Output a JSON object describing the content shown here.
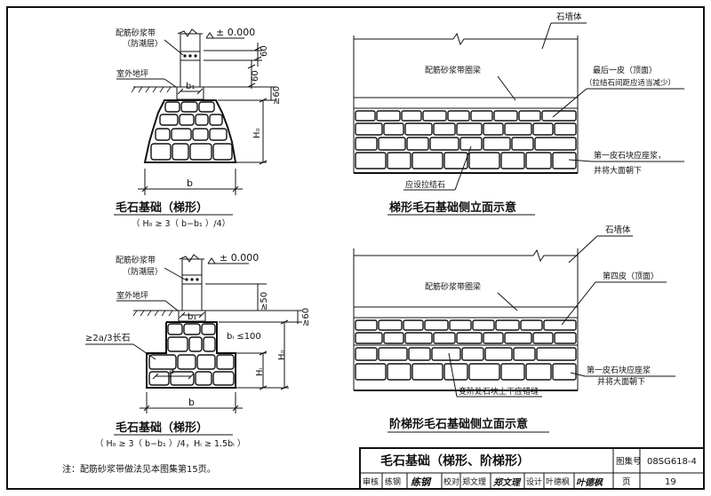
{
  "top_left": {
    "elevation": "± 0.000",
    "label_band": "配筋砂浆带",
    "label_band_sub": "（防潮层）",
    "label_ground": "室外地坪",
    "dim_60a": "60",
    "dim_60b": "60",
    "dim_ge60": "≥60",
    "dim_h0": "H₀",
    "dim_b1": "b₁",
    "dim_b": "b",
    "title": "毛石基础（梯形）",
    "formula": "（ H₀ ≥ 3（ b−b₁ ）/4）"
  },
  "top_right": {
    "label_wall": "石墙体",
    "label_ring": "配筋砂浆带圈梁",
    "label_last": "最后一皮（顶面）",
    "label_last_sub": "（拉结石间距应适当减少）",
    "label_first": "第一皮石块应座浆，",
    "label_first_sub": "并将大面朝下",
    "label_tie": "应设拉结石",
    "title": "梯形毛石基础侧立面示意"
  },
  "bottom_left": {
    "elevation": "± 0.000",
    "label_band": "配筋砂浆带",
    "label_band_sub": "（防潮层）",
    "label_ground": "室外地坪",
    "label_stone": "≥2a/3长石",
    "dim_ge50": "≥50",
    "dim_ge60": "≥60",
    "dim_b1": "b₁",
    "dim_bi": "bᵢ ≤100",
    "dim_h0": "H₀",
    "dim_hi": "Hᵢ",
    "dim_a": "a",
    "dim_b": "b",
    "title": "毛石基础（梯形）",
    "formula": "（ H₀ ≥ 3（ b−b₁ ）/4，Hᵢ ≥ 1.5bᵢ ）"
  },
  "bottom_right": {
    "label_wall": "石墙体",
    "label_ring": "配筋砂浆带圈梁",
    "label_fourth": "第四皮（顶面）",
    "label_first": "第一皮石块应座浆",
    "label_first_sub": "并将大面朝下",
    "label_step": "变阶处石块上下应错缝",
    "title": "阶梯形毛石基础侧立面示意"
  },
  "note": "注：配筋砂浆带做法见本图集第15页。",
  "title_block": {
    "title": "毛石基础（梯形、阶梯形）",
    "atlas_label": "图集号",
    "atlas_no": "08SG618-4",
    "review_label": "审核",
    "review_name": "练钢",
    "review_sign": "练钢",
    "check_label": "校对",
    "check_name": "郑文理",
    "check_sign": "郑文理",
    "design_label": "设计",
    "design_name": "叶德枫",
    "design_sign": "叶德枫",
    "page_label": "页",
    "page_no": "19"
  }
}
